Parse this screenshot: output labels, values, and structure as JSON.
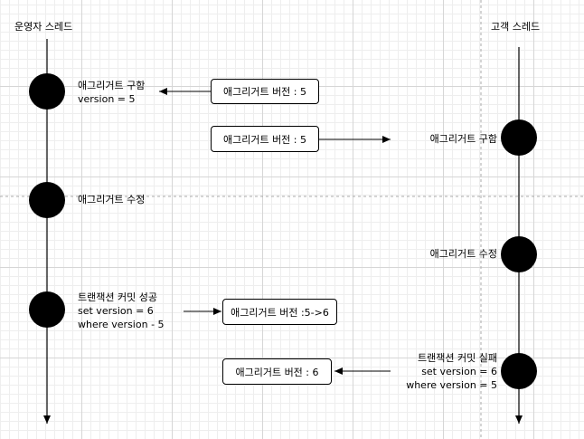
{
  "lanes": {
    "operator": "운영자 스레드",
    "customer": "고객 스레드"
  },
  "operator_events": {
    "e1_line1": "애그리거트 구함",
    "e1_line2": "version = 5",
    "e2": "애그리거트 수정",
    "e3_line1": "트랜잭션 커밋 성공",
    "e3_line2": "set version = 6",
    "e3_line3": "where version - 5"
  },
  "customer_events": {
    "e1": "애그리거트 구함",
    "e2": "애그리거트 수정",
    "e3_line1": "트랜잭션 커밋 실패",
    "e3_line2": "set version = 6",
    "e3_line3": "where version = 5"
  },
  "boxes": {
    "b1": "애그리거트 버전 : 5",
    "b2": "애그리거트 버전 : 5",
    "b3": "애그리거트 버전 :5->6",
    "b4": "애그리거트 버전 : 6"
  }
}
